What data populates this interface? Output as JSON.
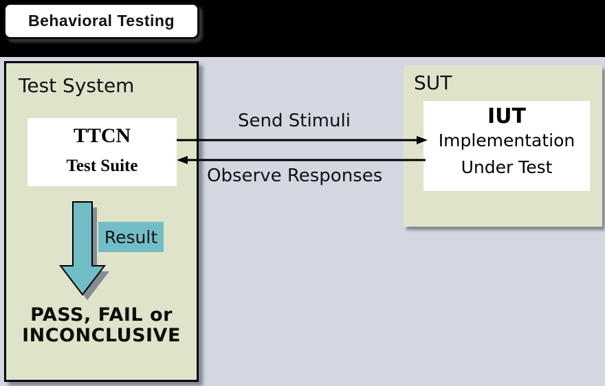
{
  "title": "Behavioral Testing",
  "test_system": {
    "label": "Test System",
    "ttcn": {
      "line1": "TTCN",
      "line2": "Test Suite"
    },
    "result_label": "Result",
    "outcome_line1": "PASS, FAIL or",
    "outcome_line2": "INCONCLUSIVE"
  },
  "sut": {
    "label": "SUT",
    "iut": {
      "line1": "IUT",
      "line2": "Implementation",
      "line3": "Under Test"
    }
  },
  "arrows": {
    "send_label": "Send Stimuli",
    "observe_label": "Observe Responses"
  },
  "colors": {
    "background": "#d3d7e2",
    "top_bar": "#000000",
    "panel_green": "#dfe3c9",
    "teal": "#72bdc5",
    "white": "#ffffff"
  }
}
